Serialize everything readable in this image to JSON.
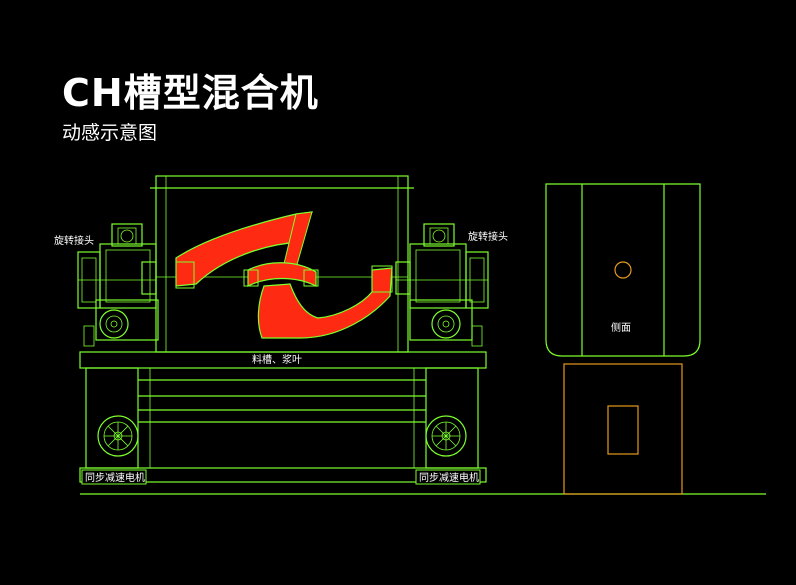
{
  "header": {
    "title": "CH槽型混合机",
    "subtitle": "动感示意图"
  },
  "labels": {
    "rotary_joint_left": "旋转接头",
    "rotary_joint_right": "旋转接头",
    "trough_paddle": "料槽、浆叶",
    "motor_left": "同步减速电机",
    "motor_right": "同步减速电机",
    "side_view": "侧面"
  },
  "colors": {
    "background": "#000000",
    "line": "#7dff2e",
    "paddle": "#ff2a12",
    "base": "#e59a1f",
    "text": "#ffffff"
  }
}
